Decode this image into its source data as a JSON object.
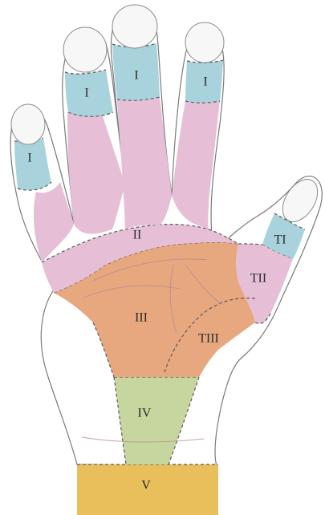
{
  "labels": {
    "zone_1_finger_a": "I",
    "zone_1_finger_b": "I",
    "zone_1_finger_c": "I",
    "zone_1_finger_d": "I",
    "zone_2": "II",
    "zone_3": "III",
    "zone_4": "IV",
    "zone_5": "V",
    "thumb_1": "TI",
    "thumb_2": "TII",
    "thumb_3": "TIII"
  },
  "colors": {
    "zone_1": "#a9d3dc",
    "zone_2": "#e6bfd6",
    "zone_3": "#e7a77f",
    "zone_4": "#c7d69e",
    "zone_5": "#e8bf5a",
    "skin": "#eeeeee",
    "nail": "#f7f7f7",
    "outline": "#7a7a7a"
  }
}
